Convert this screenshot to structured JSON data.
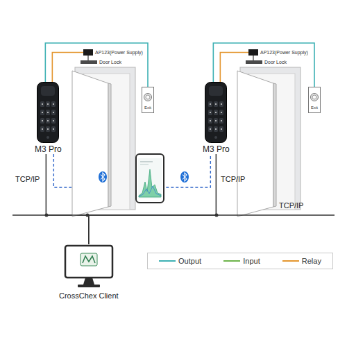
{
  "diagram": {
    "nodes": [
      {
        "text": [
          "M3 Pro"
        ]
      },
      {
        "text": [
          "AP123(Power Supply)"
        ]
      },
      {
        "text": [
          "Door Lock"
        ]
      },
      {
        "text": [
          "Exit"
        ]
      },
      {
        "text": [
          "M3 Pro"
        ]
      },
      {
        "text": [
          "AP123(Power Supply)"
        ]
      },
      {
        "text": [
          "Door Lock"
        ]
      },
      {
        "text": [
          "Exit"
        ]
      },
      {
        "text": [
          "CrossChex Client"
        ]
      }
    ],
    "edges": [
      {
        "from": 0,
        "to": 1,
        "arrow": "none"
      },
      {
        "from": 0,
        "to": 3,
        "arrow": "none"
      },
      {
        "from": 1,
        "to": 2,
        "arrow": "none"
      },
      {
        "from": 4,
        "to": 5,
        "arrow": "none"
      },
      {
        "from": 4,
        "to": 7,
        "arrow": "none"
      },
      {
        "from": 5,
        "to": 6,
        "arrow": "none"
      },
      {
        "from": 0,
        "to": 8,
        "arrow": "none"
      },
      {
        "from": 4,
        "to": 8,
        "arrow": "none"
      },
      {
        "from": 0,
        "to": 4,
        "arrow": "none"
      }
    ],
    "labels": [
      "TCP/IP",
      "TCP/IP",
      "TCP/IP"
    ],
    "legend": [
      {
        "text": "Output",
        "color": "#3eb1b4"
      },
      {
        "text": "Input",
        "color": "#6db34b"
      },
      {
        "text": "Relay",
        "color": "#e4962f"
      }
    ]
  }
}
